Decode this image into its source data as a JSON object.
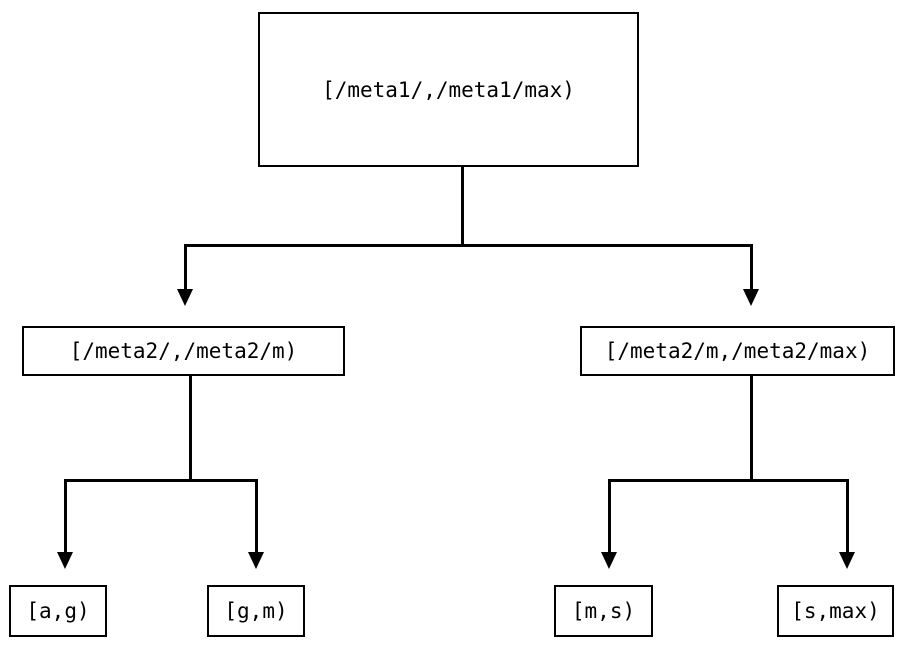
{
  "diagram": {
    "type": "tree",
    "background_color": "#ffffff",
    "stroke_color": "#000000",
    "levels": [
      {
        "level": 0,
        "nodes": [
          {
            "id": "root",
            "label": "[/meta1/,/meta1/max)"
          }
        ]
      },
      {
        "level": 1,
        "nodes": [
          {
            "id": "mid-left",
            "label": "[/meta2/,/meta2/m)"
          },
          {
            "id": "mid-right",
            "label": "[/meta2/m,/meta2/max)"
          }
        ]
      },
      {
        "level": 2,
        "nodes": [
          {
            "id": "leaf-ag",
            "label": "[a,g)"
          },
          {
            "id": "leaf-gm",
            "label": "[g,m)"
          },
          {
            "id": "leaf-ms",
            "label": "[m,s)"
          },
          {
            "id": "leaf-smax",
            "label": "[s,max)"
          }
        ]
      }
    ],
    "edges": [
      {
        "from": "root",
        "to": "mid-left",
        "arrow": "down-triangle"
      },
      {
        "from": "root",
        "to": "mid-right",
        "arrow": "down-triangle"
      },
      {
        "from": "mid-left",
        "to": "leaf-ag",
        "arrow": "down-triangle"
      },
      {
        "from": "mid-left",
        "to": "leaf-gm",
        "arrow": "down-triangle"
      },
      {
        "from": "mid-right",
        "to": "leaf-ms",
        "arrow": "down-triangle"
      },
      {
        "from": "mid-right",
        "to": "leaf-smax",
        "arrow": "down-triangle"
      }
    ]
  }
}
